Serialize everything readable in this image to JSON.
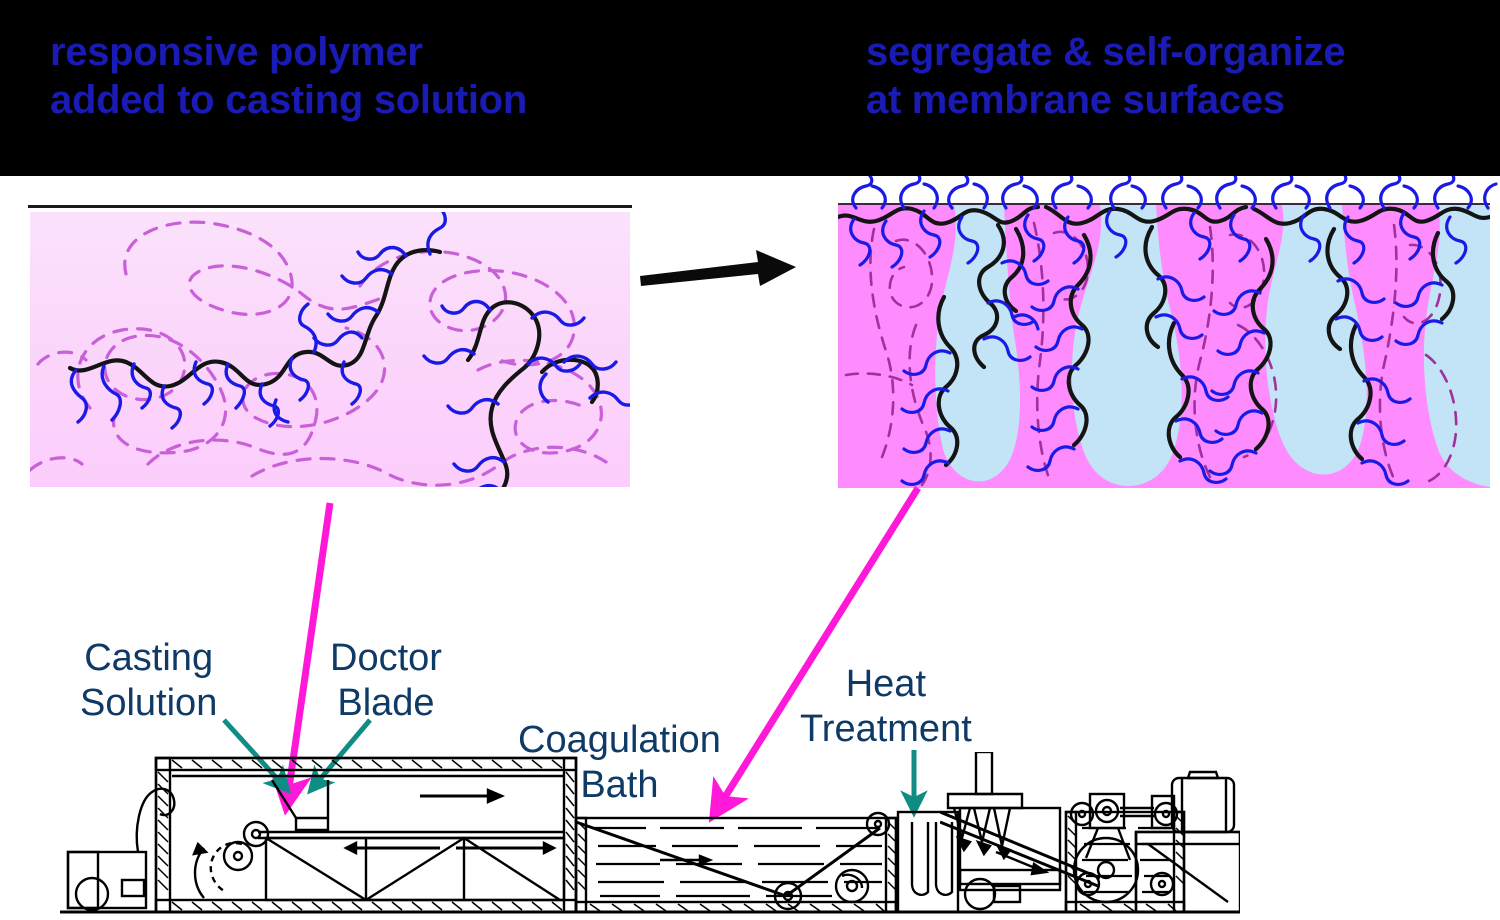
{
  "header": {
    "background_color": "#000000",
    "text_color": "#1a1ab4",
    "left_title": "responsive polymer\nadded to casting solution",
    "right_title": "segregate & self-organize\nat membrane surfaces"
  },
  "diagram": {
    "type": "process-schematic",
    "transition_arrow": "black-right-arrow",
    "left_panel": {
      "name": "casting-solution-cross-section",
      "fill_color": "#fbd7fb",
      "surface_line_color": "#1a1a1a",
      "elements": [
        {
          "kind": "host-polymer-coil",
          "style": "dashed",
          "color": "#c860d8",
          "count": 6
        },
        {
          "kind": "comb-copolymer-backbone",
          "style": "solid",
          "color": "#141414",
          "count": 3
        },
        {
          "kind": "responsive-side-chain",
          "style": "solid",
          "color": "#1a1ae6",
          "count": 26
        }
      ],
      "description": "responsive comb polymer dispersed randomly through the pink casting solution"
    },
    "right_panel": {
      "name": "formed-membrane-cross-section",
      "matrix_color": "#ff8cff",
      "pore_color": "#c3e4f7",
      "surface_line_color": "#3a2a3a",
      "pore_count": 4,
      "elements": [
        {
          "kind": "host-polymer-coil",
          "style": "dashed",
          "color": "#a0309c",
          "count": 8
        },
        {
          "kind": "comb-copolymer-backbone",
          "style": "solid",
          "color": "#141414",
          "count": 8
        },
        {
          "kind": "responsive-side-chain",
          "style": "solid",
          "color": "#1a1ae6",
          "count": 60
        }
      ],
      "description": "comb polymer segregated to outer surface and macrovoid pore walls, side chains extend into water"
    }
  },
  "process_labels": [
    {
      "id": "casting-solution",
      "text": "Casting\nSolution",
      "color": "#103a66",
      "leader": "teal"
    },
    {
      "id": "doctor-blade",
      "text": "Doctor\nBlade",
      "color": "#103a66",
      "leader": "teal"
    },
    {
      "id": "coagulation-bath",
      "text": "Coagulation\nBath",
      "color": "#103a66",
      "leader": "none"
    },
    {
      "id": "heat-treatment",
      "text": "Heat\nTreatment",
      "color": "#103a66",
      "leader": "teal"
    }
  ],
  "callout_arrows": [
    {
      "id": "casting-solution-callout",
      "color": "#ff18d8",
      "from": "left-panel-bottom",
      "to": "doctor-blade-reservoir"
    },
    {
      "id": "membrane-callout",
      "color": "#ff18d8",
      "from": "right-panel-bottom",
      "to": "coagulation-bath"
    }
  ],
  "machine": {
    "name": "membrane-casting-line",
    "stations": [
      "casting-box",
      "doctor-blade",
      "casting-belt",
      "coagulation-bath",
      "rinse-tank",
      "heat-treatment-oven",
      "take-up-drive"
    ],
    "line_color": "#000000",
    "drive_motor": "right-end-motor"
  },
  "colors": {
    "title_blue": "#1a1ab4",
    "label_navy": "#103a66",
    "magenta": "#ff18d8",
    "teal": "#0f8d84",
    "pink_light": "#fbd7fb",
    "pink_strong": "#ff8cff",
    "pore_blue": "#c3e4f7",
    "chain_blue": "#1a1ae6",
    "coil_purple": "#c860d8"
  }
}
